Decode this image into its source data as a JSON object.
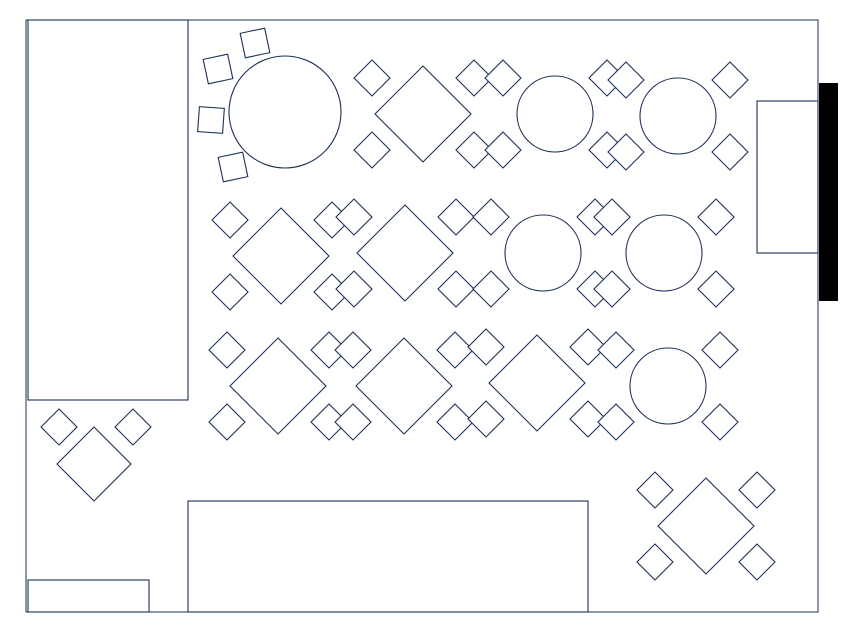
{
  "floor_plan": {
    "colors": {
      "stroke": "#1f3256",
      "background": "#ffffff",
      "door": "#000000"
    },
    "room": {
      "shape": "rectangle"
    },
    "fixtures": [
      {
        "name": "left-counter"
      },
      {
        "name": "bottom-counter"
      },
      {
        "name": "bottom-left-cabinet"
      },
      {
        "name": "right-side-station"
      }
    ],
    "door": {
      "name": "entrance-door",
      "side": "right"
    },
    "tables": [
      {
        "name": "large-round-table",
        "shape": "round",
        "seats": 4
      },
      {
        "name": "square-table-r1c2",
        "shape": "square",
        "seats": 4
      },
      {
        "name": "round-table-r1c3",
        "shape": "round",
        "seats": 4
      },
      {
        "name": "round-table-r1c4",
        "shape": "round",
        "seats": 4
      },
      {
        "name": "square-table-r2c1",
        "shape": "square",
        "seats": 4
      },
      {
        "name": "square-table-r2c2",
        "shape": "square",
        "seats": 4
      },
      {
        "name": "round-table-r2c3",
        "shape": "round",
        "seats": 4
      },
      {
        "name": "round-table-r2c4",
        "shape": "round",
        "seats": 4
      },
      {
        "name": "square-table-r3c1",
        "shape": "square",
        "seats": 4
      },
      {
        "name": "square-table-r3c2",
        "shape": "square",
        "seats": 4
      },
      {
        "name": "square-table-r3c3",
        "shape": "square",
        "seats": 4
      },
      {
        "name": "round-table-r3c4",
        "shape": "round",
        "seats": 4
      },
      {
        "name": "square-table-left",
        "shape": "square",
        "seats": 2
      },
      {
        "name": "square-table-bottom-right",
        "shape": "square",
        "seats": 4
      }
    ]
  }
}
